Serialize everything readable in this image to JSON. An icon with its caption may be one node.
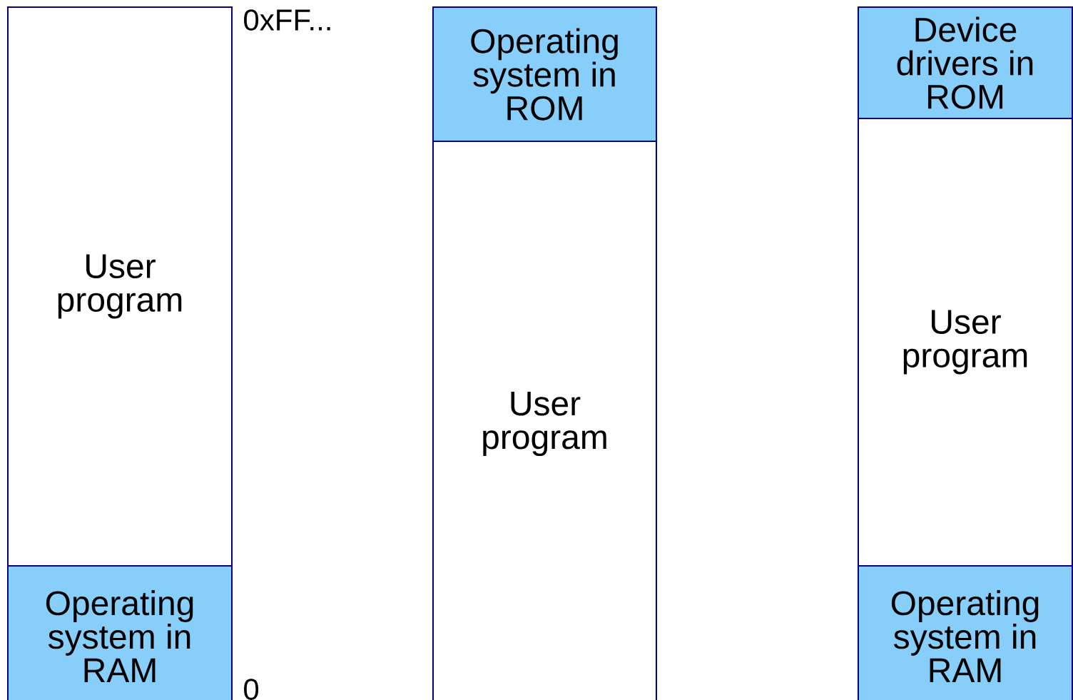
{
  "diagram": {
    "nodes": [
      {
        "text": [
          "User program"
        ]
      },
      {
        "text": [
          "Operating system in RAM"
        ]
      },
      {
        "text": [
          "Operating system in ROM"
        ]
      },
      {
        "text": [
          "User program"
        ]
      },
      {
        "text": [
          "Device drivers in ROM"
        ]
      },
      {
        "text": [
          "User program"
        ]
      },
      {
        "text": [
          "Operating system in RAM"
        ]
      }
    ],
    "labels": [
      "0xFF...",
      "0"
    ]
  }
}
